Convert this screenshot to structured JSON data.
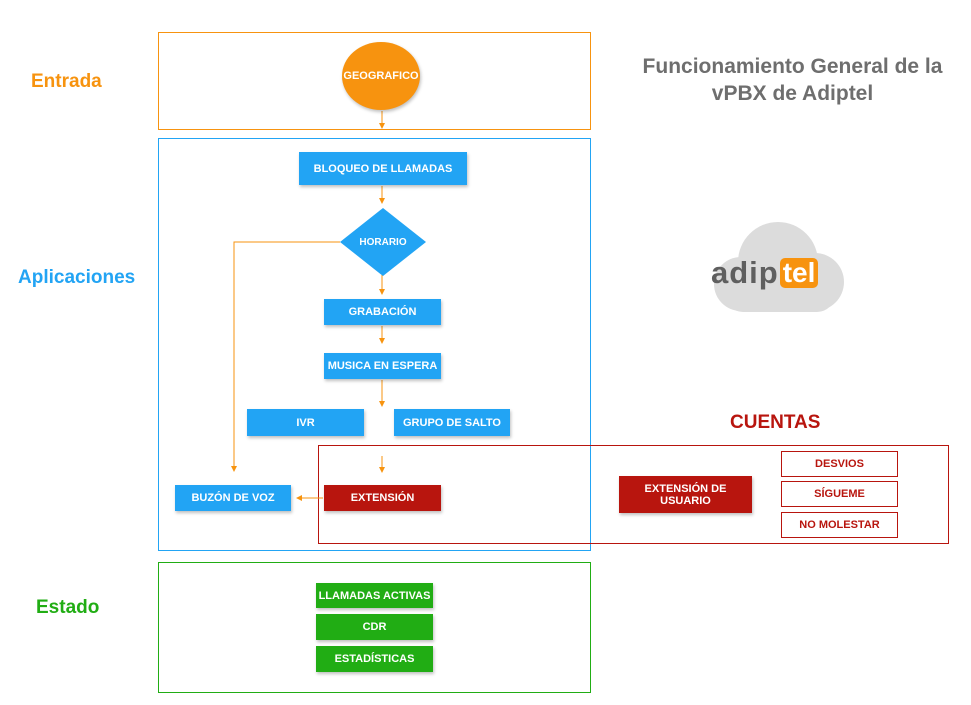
{
  "title": {
    "line1": "Funcionamiento General de la",
    "line2": "vPBX de Adiptel"
  },
  "logo": {
    "prefix": "adip",
    "suffix": "tel"
  },
  "sections": {
    "entrada": "Entrada",
    "aplicaciones": "Aplicaciones",
    "estado": "Estado",
    "cuentas": "CUENTAS"
  },
  "nodes": {
    "geografico": "GEOGRAFICO",
    "bloqueo": "BLOQUEO DE LLAMADAS",
    "horario": "HORARIO",
    "grabacion": "GRABACIÓN",
    "musica": "MUSICA EN ESPERA",
    "ivr": "IVR",
    "grupo_salto": "GRUPO DE SALTO",
    "buzon": "BUZÓN DE VOZ",
    "extension": "EXTENSIÓN",
    "extension_usuario": "EXTENSIÓN DE USUARIO",
    "desvios": "DESVIOS",
    "sigueme": "SÍGUEME",
    "no_molestar": "NO MOLESTAR",
    "llamadas_activas": "LLAMADAS ACTIVAS",
    "cdr": "CDR",
    "estadisticas": "ESTADÍSTICAS"
  },
  "colors": {
    "entrada": "#f7930f",
    "aplicaciones": "#22a4f4",
    "estado": "#21ad14",
    "cuentas": "#b8150e",
    "connector": "#f7930f",
    "title": "#6e6e6e"
  }
}
